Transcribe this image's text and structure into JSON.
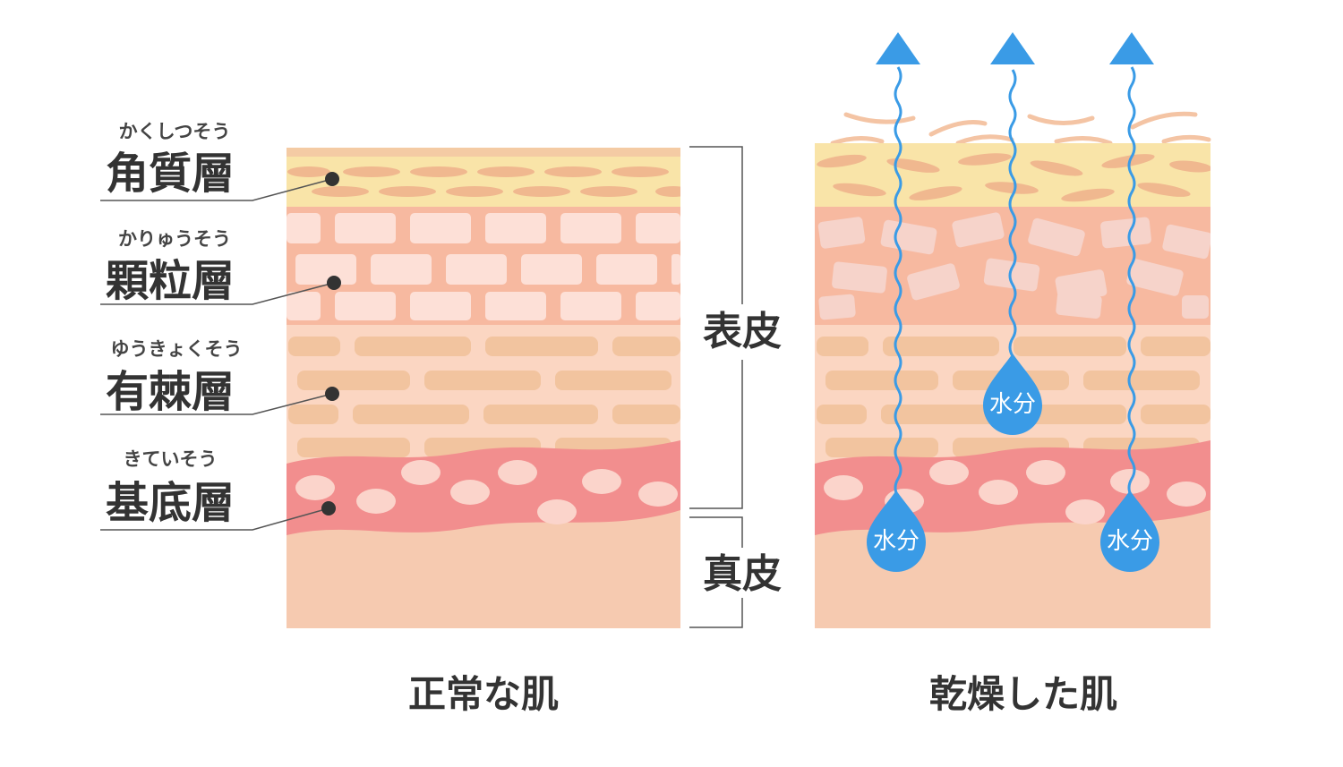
{
  "layers": [
    {
      "ruby": "かくしつそう",
      "name": "角質層"
    },
    {
      "ruby": "かりゅうそう",
      "name": "顆粒層"
    },
    {
      "ruby": "ゆうきょくそう",
      "name": "有棘層"
    },
    {
      "ruby": "きていそう",
      "name": "基底層"
    }
  ],
  "brackets": {
    "epidermis": "表皮",
    "dermis": "真皮"
  },
  "captions": {
    "normal": "正常な肌",
    "dry": "乾燥した肌"
  },
  "moisture_label": "水分",
  "colors": {
    "stratum_corneum": "#f9e4a8",
    "corneum_cells": "#f0b88f",
    "granular": "#f7b9a0",
    "granular_cells": "#fde0d7",
    "spinous": "#fbd6c2",
    "spinous_cells": "#f2c49f",
    "basal": "#f28e8e",
    "basal_cells": "#fbd4cb",
    "dermis": "#f6cab0",
    "water": "#3a9be6"
  }
}
